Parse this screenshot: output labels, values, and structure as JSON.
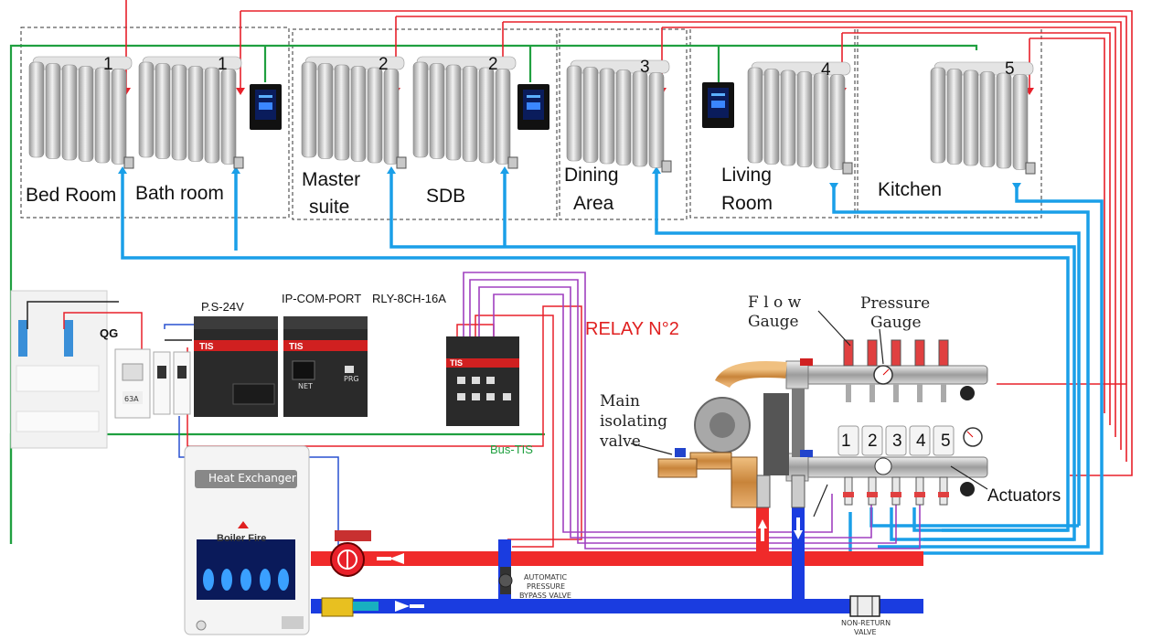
{
  "rooms": [
    {
      "name": "Bed Room",
      "radiator_number": "1"
    },
    {
      "name": "Bath room",
      "radiator_number": "1"
    },
    {
      "name": "Master",
      "name_line2": "suite",
      "radiator_number": "2"
    },
    {
      "name": "SDB",
      "radiator_number": "2"
    },
    {
      "name": "Dining",
      "name_line2": "Area",
      "radiator_number": "3"
    },
    {
      "name": "Living",
      "name_line2": "Room",
      "radiator_number": "4"
    },
    {
      "name": "Kitchen",
      "radiator_number": "5"
    }
  ],
  "panel": {
    "qg": "QG",
    "breaker": "63A",
    "ps": "P.S-24V",
    "ip_port": "IP-COM-PORT",
    "relay_module": "RLY-8CH-16A",
    "relay2": "RELAY N°2",
    "bus": "Bus-TIS",
    "brand": "TIS",
    "net": "NET",
    "prg": "PRG"
  },
  "manifold": {
    "flow_gauge": "F l o w",
    "flow_gauge_line2": "Gauge",
    "pressure_gauge": "Pressure",
    "pressure_gauge_line2": "Gauge",
    "valve": "Main",
    "valve_line2": "isolating",
    "valve_line3": "valve",
    "actuators": "Actuators",
    "circuits": [
      "1",
      "2",
      "3",
      "4",
      "5"
    ]
  },
  "boiler": {
    "heat_exchanger": "Heat Exchanger",
    "fire": "Boiler Fire",
    "bypass": "AUTOMATIC",
    "bypass_line2": "PRESSURE",
    "bypass_line3": "BYPASS VALVE",
    "nonreturn": "NON-RETURN",
    "nonreturn_line2": "VALVE"
  },
  "colors": {
    "supply": "#e8202a",
    "return": "#1a9fe8",
    "bus": "#20a040",
    "control": "#a040c0",
    "hot_main": "#f02a2a",
    "cold_main": "#1a3ce0"
  }
}
